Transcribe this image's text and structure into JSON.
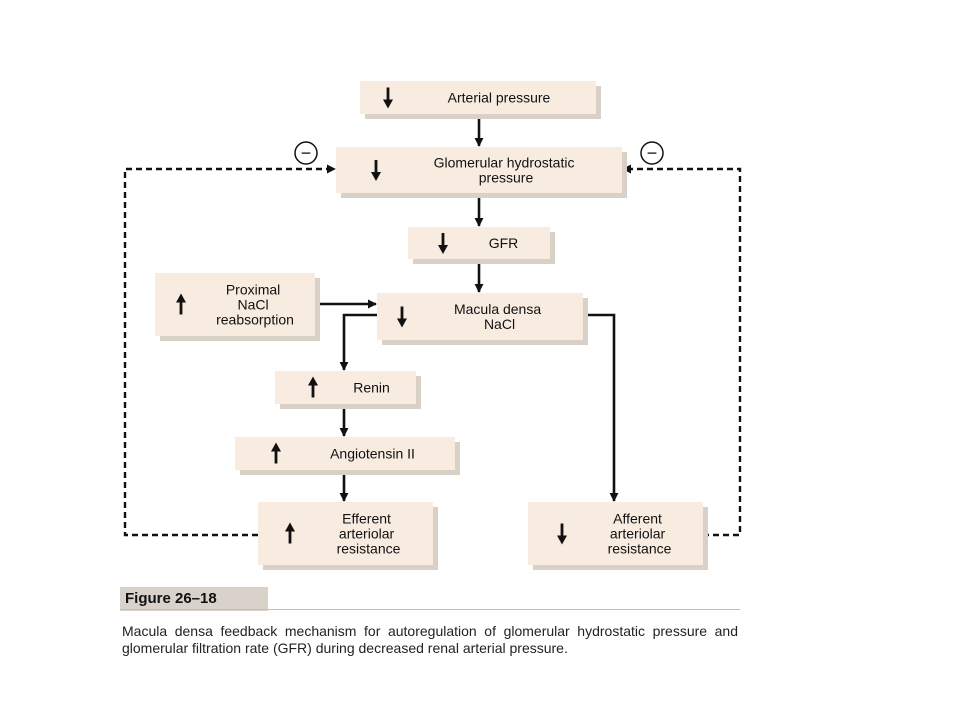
{
  "diagram": {
    "nodes": {
      "arterial_pressure": {
        "arrow": "down",
        "lines": [
          "Arterial pressure"
        ]
      },
      "glomerular_pressure": {
        "arrow": "down",
        "lines": [
          "Glomerular hydrostatic",
          "pressure"
        ]
      },
      "gfr": {
        "arrow": "down",
        "lines": [
          "GFR"
        ]
      },
      "proximal_nacl": {
        "arrow": "up",
        "lines": [
          "Proximal",
          "NaCl",
          "reabsorption"
        ]
      },
      "macula_densa": {
        "arrow": "down",
        "lines": [
          "Macula densa",
          "NaCl"
        ]
      },
      "renin": {
        "arrow": "up",
        "lines": [
          "Renin"
        ]
      },
      "angiotensin": {
        "arrow": "up",
        "lines": [
          "Angiotensin II"
        ]
      },
      "efferent": {
        "arrow": "up",
        "lines": [
          "Efferent",
          "arteriolar",
          "resistance"
        ]
      },
      "afferent": {
        "arrow": "down",
        "lines": [
          "Afferent",
          "arteriolar",
          "resistance"
        ]
      }
    },
    "feedback_symbol": "−",
    "colors": {
      "box_fill": "#f8ece0",
      "box_shadow": "#d9d0c8",
      "line": "#111111"
    }
  },
  "caption": {
    "label": "Figure 26–18",
    "text": "Macula densa feedback mechanism for autoregulation of glomerular hydrostatic pressure and glomerular filtration rate (GFR) during decreased renal arterial pressure."
  }
}
